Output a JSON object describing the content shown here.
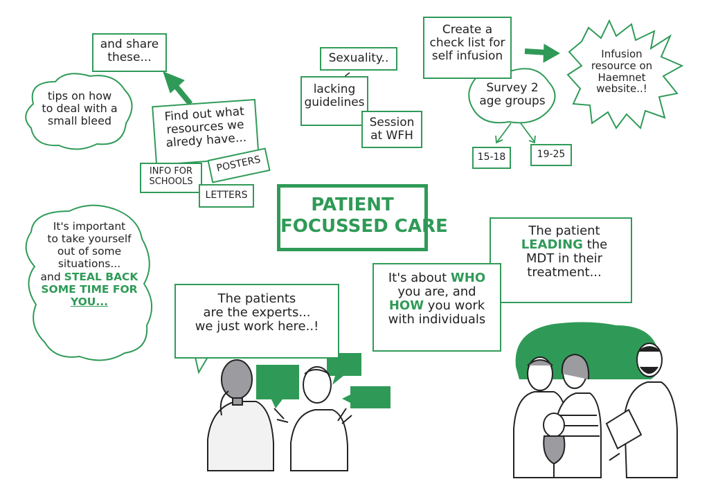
{
  "colors": {
    "accent": "#2f9a57",
    "ink": "#222222",
    "shade": "#9b9ba0"
  },
  "central_title": {
    "line1": "PATIENT",
    "line2": "FOCUSSED CARE"
  },
  "cloud_tips": [
    "tips on how",
    "to deal with a",
    "small bleed"
  ],
  "box_share": [
    "and share",
    "these..."
  ],
  "box_find": [
    "Find out what",
    "resources we",
    "alredy have..."
  ],
  "tag_info": [
    "INFO FOR",
    "SCHOOLS"
  ],
  "tag_posters": "POSTERS",
  "tag_letters": "LETTERS",
  "box_sexuality": "Sexuality..",
  "box_lacking": [
    "lacking",
    "guidelines"
  ],
  "box_session": [
    "Session",
    "at WFH"
  ],
  "box_checklist": [
    "Create a",
    "check list for",
    "self infusion"
  ],
  "cloud_survey": [
    "Survey 2",
    "age groups"
  ],
  "tag_age1": "15-18",
  "tag_age2": "19-25",
  "burst_infusion": [
    "Infusion",
    "resource on",
    "Haemnet",
    "website..!"
  ],
  "cloud_important": {
    "lines": [
      "It's important",
      "to take yourself",
      "out of some",
      "situations..."
    ],
    "and": "and",
    "steal": "STEAL BACK",
    "some_time": "SOME TIME FOR",
    "you": "YOU..."
  },
  "speech_experts": [
    "The patients",
    "are the experts...",
    "we just work here..!"
  ],
  "box_who": {
    "line1_a": "It's about",
    "line1_b": "WHO",
    "line2": "you are, and",
    "line3_a": "HOW",
    "line3_b": "you work",
    "line4": "with individuals"
  },
  "box_patient_lead": {
    "line1": "The patient",
    "line2_a": "LEADING",
    "line2_b": "the",
    "line3": "MDT in their",
    "line4": "treatment..."
  }
}
